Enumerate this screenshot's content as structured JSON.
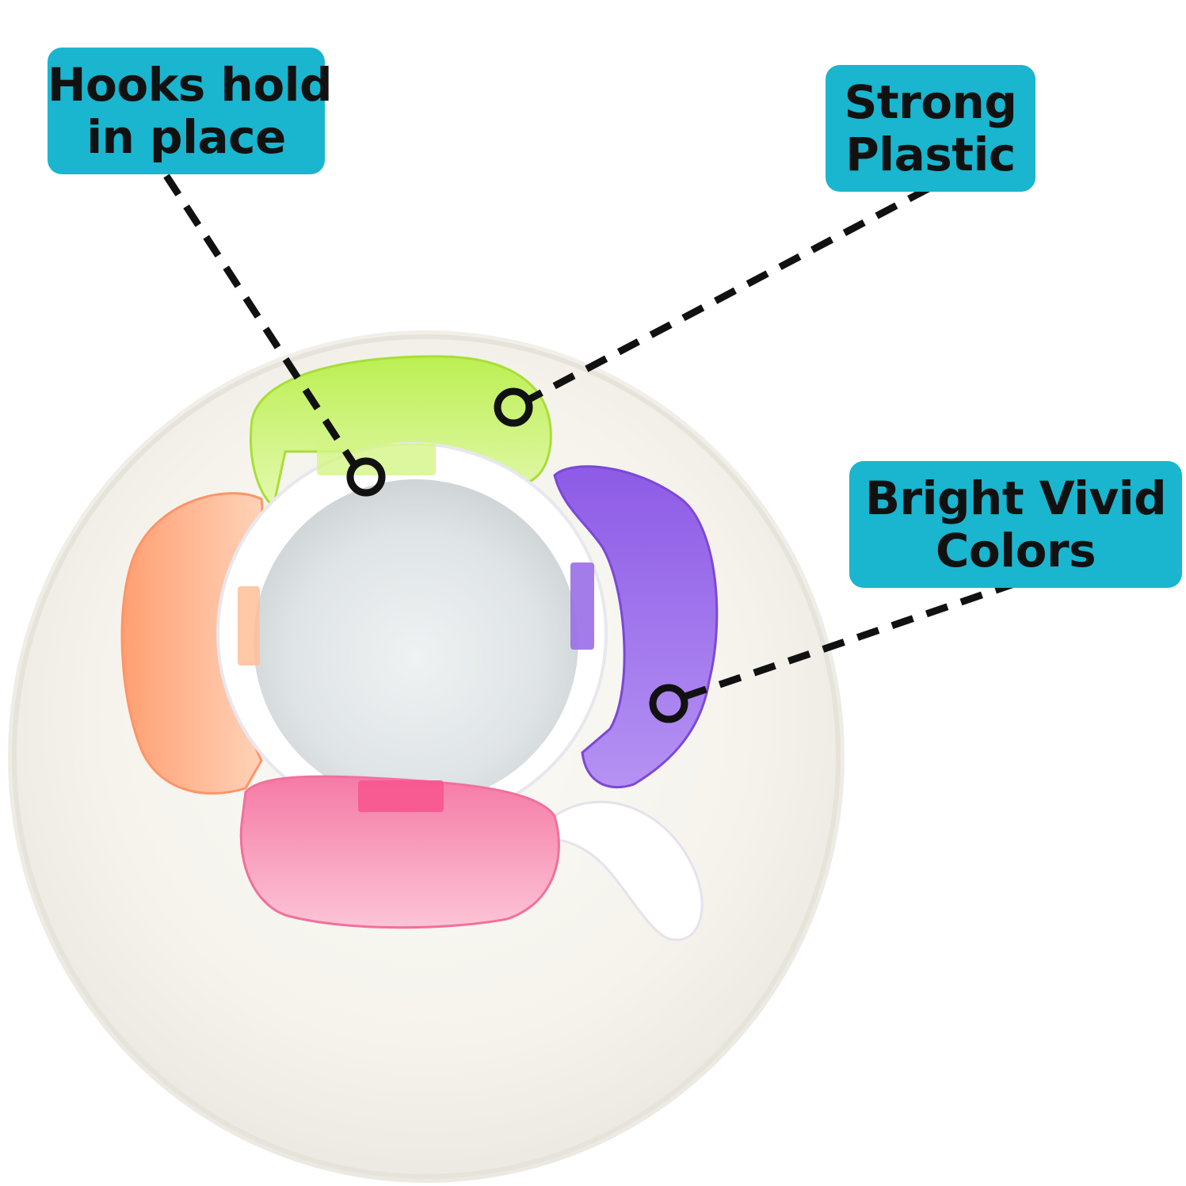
{
  "callouts": {
    "hooks": {
      "line1": "Hooks hold",
      "line2": "in place"
    },
    "strong": {
      "line1": "Strong",
      "line2": "Plastic"
    },
    "bright": {
      "line1": "Bright Vivid",
      "line2": "Colors"
    }
  },
  "colors": {
    "callout_bg": "#1ab5cf",
    "label_text": "#111111",
    "green_hook": "#c9f26a",
    "purple_hook": "#9a6ee8",
    "orange_hook": "#ffb48a",
    "pink_hook": "#f98fb3",
    "mug": "#ffffff",
    "saucer": "#f7f5ee"
  }
}
